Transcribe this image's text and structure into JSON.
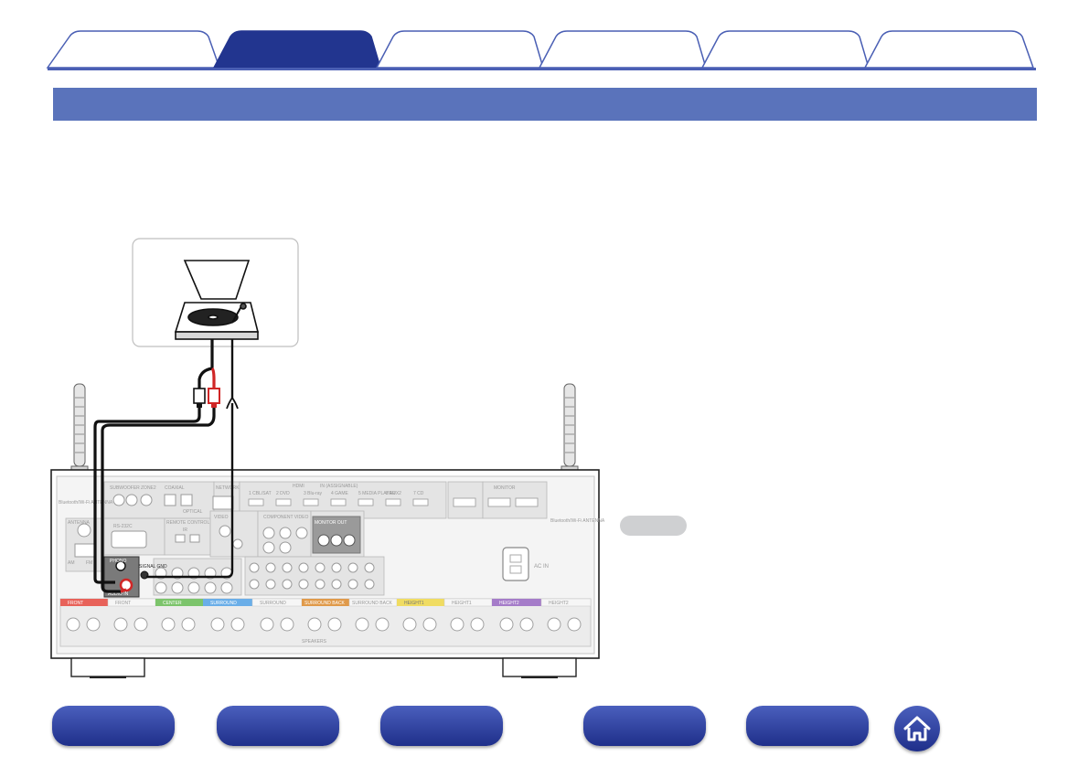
{
  "tabs": [
    {
      "label": "",
      "active": false
    },
    {
      "label": "",
      "active": true
    },
    {
      "label": "",
      "active": false
    },
    {
      "label": "",
      "active": false
    },
    {
      "label": "",
      "active": false
    },
    {
      "label": "",
      "active": false
    }
  ],
  "header": {
    "title": ""
  },
  "note": {
    "label": ""
  },
  "diagram": {
    "panel_labels": {
      "wifi_left": "Bluetooth/Wi-Fi ANTENNA",
      "wifi_right": "Bluetooth/Wi-Fi ANTENNA",
      "network": "NETWORK",
      "hdmi": "HDMI",
      "in_assignable": "IN (ASSIGNABLE)",
      "monitor": "MONITOR",
      "subwoofer": "SUBWOOFER",
      "zone2": "ZONE2",
      "optical": "OPTICAL",
      "coaxial": "COAXIAL",
      "antenna": "ANTENNA",
      "am": "AM",
      "fm": "FM",
      "remote_control": "REMOTE CONTROL",
      "ir": "IR",
      "rs232c": "RS-232C",
      "video": "VIDEO",
      "component_video": "COMPONENT VIDEO",
      "monitor_out": "MONITOR OUT",
      "phono": "PHONO",
      "signal_gnd": "SIGNAL GND",
      "audio_in": "AUDIO IN",
      "ac_in": "AC IN",
      "speakers": "SPEAKERS"
    },
    "hdmi_inputs": [
      "1 CBL/SAT",
      "2 DVD",
      "3 Blu-ray",
      "4 GAME",
      "5 MEDIA PLAYER",
      "6 AUX2",
      "7 CD"
    ],
    "speaker_groups": [
      {
        "label": "FRONT",
        "color": "#e8625a"
      },
      {
        "label": "FRONT",
        "color": "#ffffff"
      },
      {
        "label": "CENTER",
        "color": "#7cc46b"
      },
      {
        "label": "SURROUND",
        "color": "#6aaee8"
      },
      {
        "label": "SURROUND",
        "color": "#ffffff"
      },
      {
        "label": "SURROUND BACK",
        "color": "#e09a4a"
      },
      {
        "label": "SURROUND BACK",
        "color": "#ffffff"
      },
      {
        "label": "HEIGHT1",
        "color": "#f0dc62"
      },
      {
        "label": "HEIGHT1",
        "color": "#ffffff"
      },
      {
        "label": "HEIGHT2",
        "color": "#a57cc9"
      },
      {
        "label": "HEIGHT2",
        "color": "#ffffff"
      }
    ]
  },
  "nav_buttons": [
    {
      "label": ""
    },
    {
      "label": ""
    },
    {
      "label": ""
    },
    {
      "label": ""
    },
    {
      "label": ""
    }
  ],
  "colors": {
    "accent": "#5a73bb",
    "tab_active": "#22358f",
    "nav": "#2a3c96",
    "cable": "#111111",
    "plug_red": "#d02626"
  }
}
